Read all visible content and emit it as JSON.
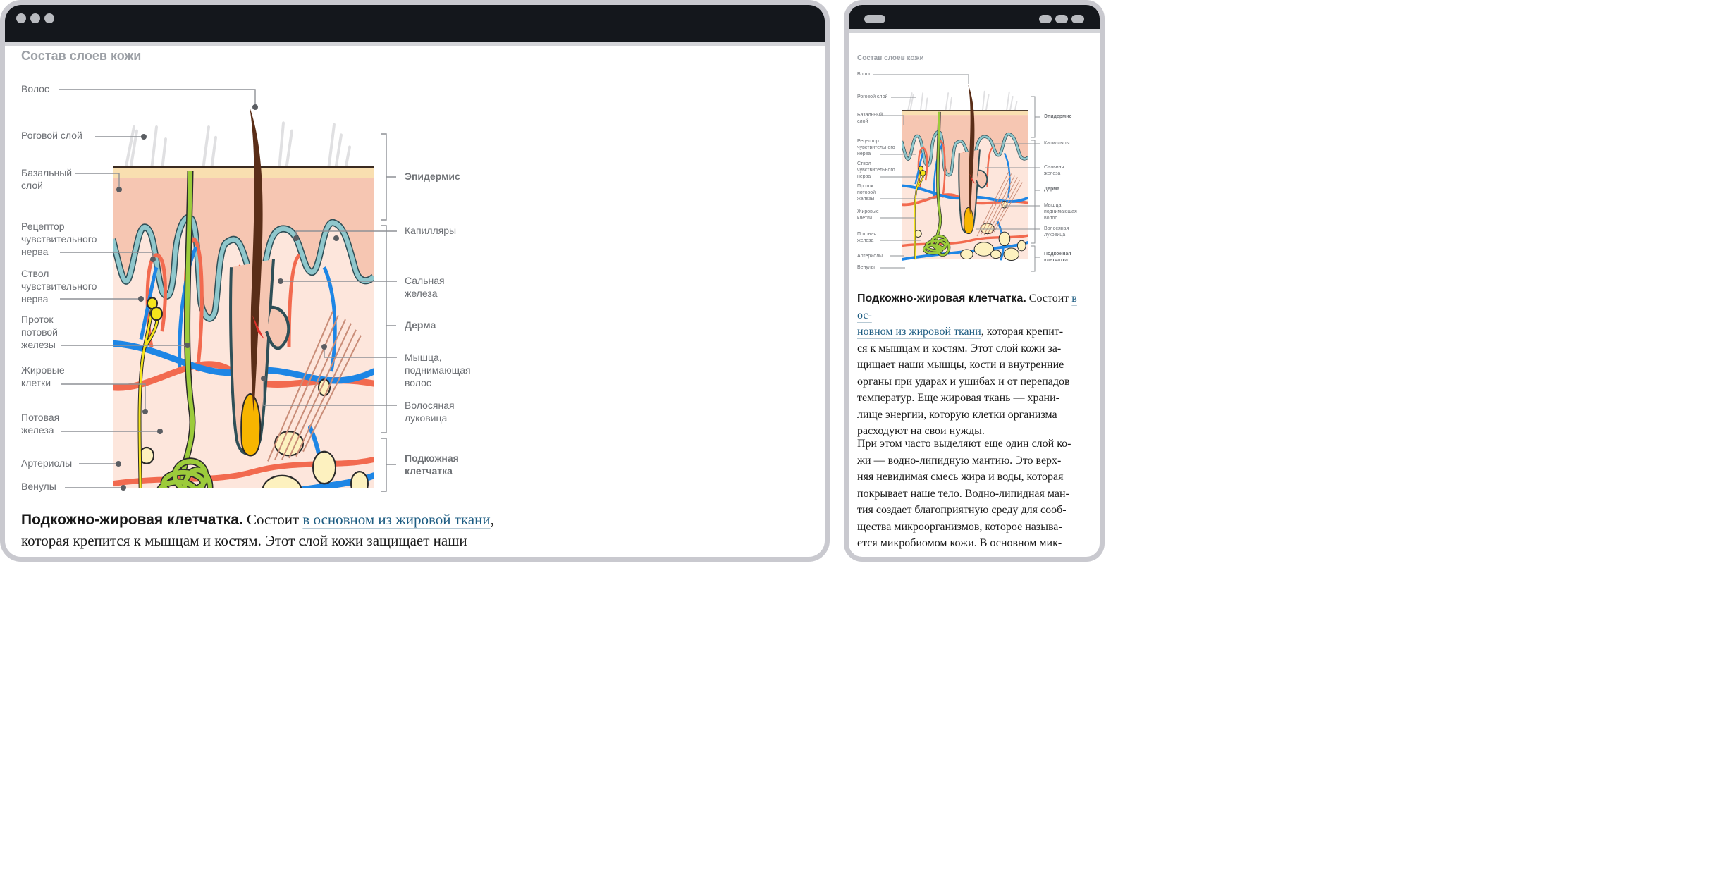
{
  "diagram": {
    "title": "Состав слоев кожи",
    "left_labels": [
      "Волос",
      "Роговой слой",
      "Базальный\nслой",
      "Рецептор\nчувствительного\nнерва",
      "Ствол\nчувствительного\nнерва",
      "Проток\nпотовой\nжелезы",
      "Жировые\nклетки",
      "Потовая\nжелеза",
      "Артериолы",
      "Венулы"
    ],
    "right_labels": [
      "Эпидермис",
      "Капилляры",
      "Сальная\nжелеза",
      "Дерма",
      "Мышца,\nподнимающая\nволос",
      "Волосяная\nлуковица",
      "Подкожная\nклетчатка"
    ],
    "colors": {
      "epidermis": "#f6c6b2",
      "dermis": "#fde6dc",
      "basal": "#8fc7cc",
      "artery": "#f26a4f",
      "vein": "#1e86e5",
      "nerve": "#f5e51b",
      "hair": "#5a2e18",
      "bulb": "#f7b500",
      "fat": "#fdf1bf",
      "sweat_gland": "#9ccb3b",
      "horny": "#f9dfb0",
      "hair_shadow": "#e0e0e2"
    }
  },
  "desktop": {
    "paragraph_bold": "Подкожно-жировая клетчатка.",
    "text_before_link": " Состоит ",
    "link": "в основном из жировой ткани",
    "text_after_link": ",",
    "line2": "которая крепится к мышцам и костям. Этот слой кожи защищает наши"
  },
  "mobile": {
    "p1": [
      {
        "b": "Подкожно-жировая клетчатка.",
        "t": " Состоит ",
        "l": "в ос-"
      },
      {
        "l": "новном из жировой ткани",
        "t": ", которая крепит-"
      },
      {
        "t": "ся к мышцам и костям. Этот слой кожи за-"
      },
      {
        "t": "щищает наши мышцы, кости и внутренние"
      },
      {
        "t": "органы при ударах и ушибах и от перепадов"
      },
      {
        "t": "температур. Еще жировая ткань — храни-"
      },
      {
        "t": "лище энергии, которую клетки организма"
      },
      {
        "t": "расходуют на свои нужды."
      }
    ],
    "p2": [
      "При этом часто выделяют еще один слой ко-",
      "жи — водно-липидную мантию. Это верх-",
      "няя невидимая смесь жира и воды, которая",
      "покрывает наше тело. Водно-липидная ман-",
      "тия создает благоприятную среду для сооб-",
      "щества микроорганизмов, которое называ-",
      "ется микробиомом кожи. В основном мик-"
    ]
  }
}
